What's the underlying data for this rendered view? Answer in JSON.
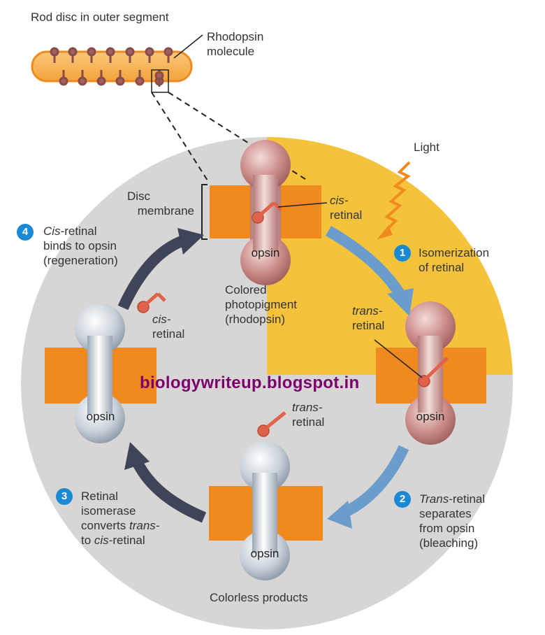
{
  "title": "Rod disc in outer segment",
  "rhodopsin_molecule": [
    "Rhodopsin",
    "molecule"
  ],
  "light": "Light",
  "disc_membrane": [
    "Disc",
    "membrane"
  ],
  "cis_retinal_top": {
    "italic": "cis-",
    "plain": "retinal"
  },
  "cis_retinal_left": {
    "italic": "cis-",
    "plain": "retinal"
  },
  "trans_retinal_right": {
    "italic": "trans-",
    "plain": "retinal"
  },
  "trans_retinal_bottom": {
    "italic": "trans-",
    "plain": "retinal"
  },
  "colored_photopigment": [
    "Colored",
    "photopigment",
    "(rhodopsin)"
  ],
  "colorless_products": "Colorless products",
  "opsin_label": "opsin",
  "watermark": "biologywriteup.blogspot.in",
  "steps": [
    {
      "number": "1",
      "lines": [
        "Isomerization",
        "of retinal"
      ]
    },
    {
      "number": "2",
      "line1_italic": "Trans",
      "line1_rest": "-retinal",
      "lines": [
        "separates",
        "from opsin",
        "(bleaching)"
      ]
    },
    {
      "number": "3",
      "lines": [
        "Retinal",
        "isomerase"
      ],
      "line3_plain": "converts ",
      "line3_italic": "trans-",
      "line4_plain": "to ",
      "line4_italic": "cis",
      "line4_rest": "-retinal"
    },
    {
      "number": "4",
      "line1_italic": "Cis",
      "line1_rest": "-retinal",
      "lines": [
        "binds to opsin",
        "(regeneration)"
      ]
    }
  ],
  "colors": {
    "circle": "#d8d6d4",
    "light_region": "#f5c33b",
    "membrane": "#f08a1e",
    "rhodopsin": "#c98a88",
    "opsin": "#c5ccd6",
    "retinal": "#e1624a",
    "step_badge": "#1a8ad4",
    "blue_arrow": "#6a9ccc",
    "dark_arrow": "#3f4458"
  }
}
